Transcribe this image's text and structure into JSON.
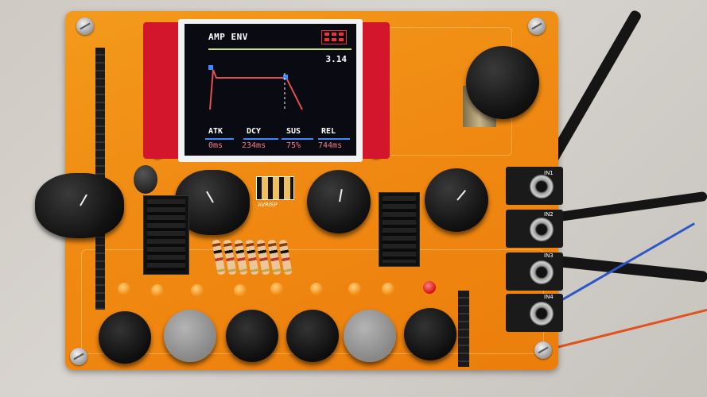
{
  "scene": "synth-module-photo",
  "display": {
    "title": "AMP ENV",
    "value": "3.14",
    "params": [
      {
        "label": "ATK",
        "value": "0ms"
      },
      {
        "label": "DCY",
        "value": "234ms"
      },
      {
        "label": "SUS",
        "value": "75%"
      },
      {
        "label": "REL",
        "value": "744ms"
      }
    ]
  },
  "pcb_labels": {
    "avrisp": "AVRISP",
    "in1": "IN1",
    "in2": "IN2",
    "in3": "IN3",
    "in4": "IN4"
  },
  "colors": {
    "pcb": "#f08a12",
    "lcd_bg": "#0a0b12",
    "envelope": "#e05050",
    "accent_line": "#c6e07a",
    "param_values": "#f07a8a"
  }
}
